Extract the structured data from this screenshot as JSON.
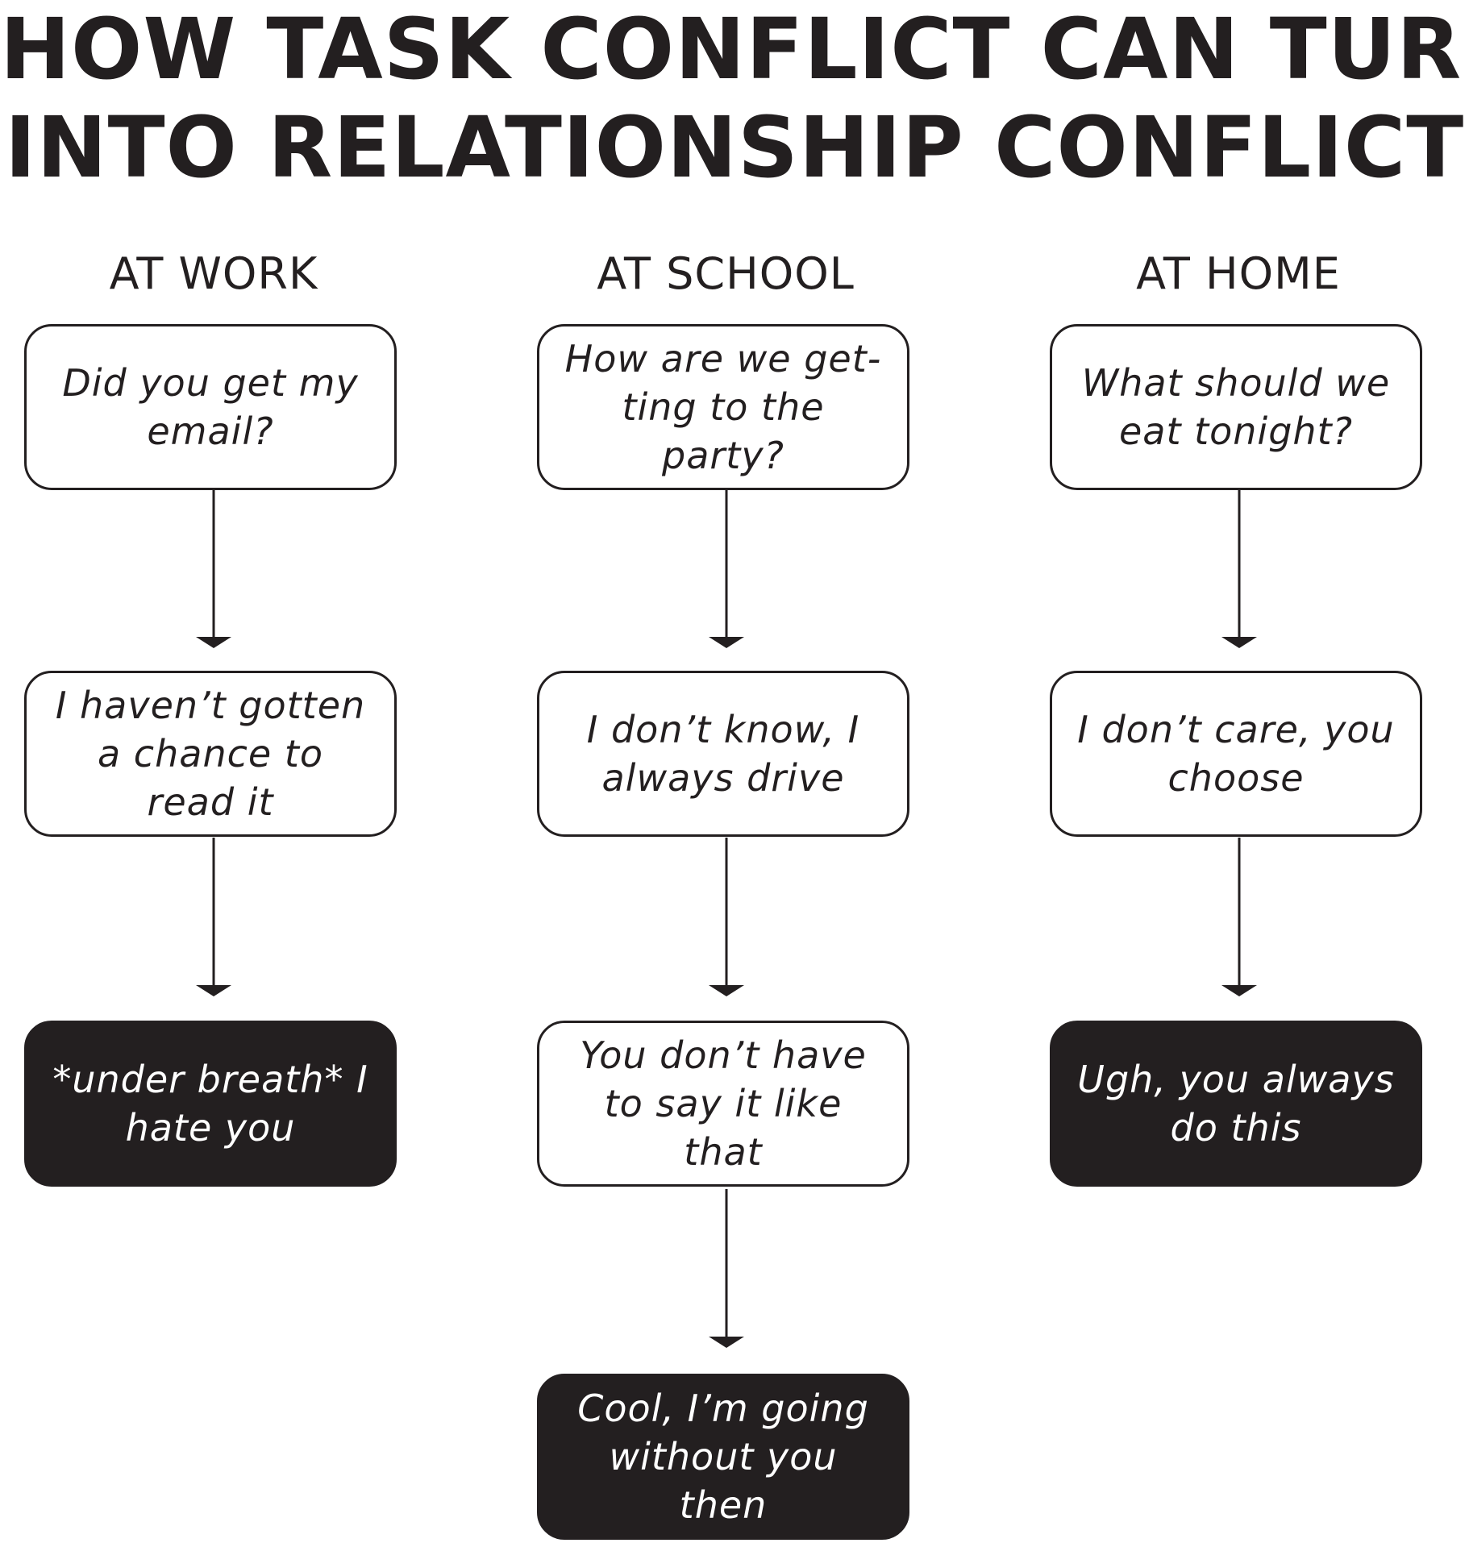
{
  "title": {
    "line1": "HOW TASK CONFLICT CAN TURN",
    "line2": "INTO RELATIONSHIP CONFLICT"
  },
  "columns": [
    {
      "header": "AT WORK",
      "steps": [
        {
          "text": "Did you get my email?",
          "style": "light"
        },
        {
          "text": "I haven’t gotten a chance to read it",
          "style": "light"
        },
        {
          "text": "*under breath* I hate you",
          "style": "dark"
        }
      ]
    },
    {
      "header": "AT SCHOOL",
      "steps": [
        {
          "text": "How are we get-ting to the party?",
          "style": "light"
        },
        {
          "text": "I don’t know, I always drive",
          "style": "light"
        },
        {
          "text": "You don’t have to say it like that",
          "style": "light"
        },
        {
          "text": "Cool, I’m going without you then",
          "style": "dark"
        }
      ]
    },
    {
      "header": "AT HOME",
      "steps": [
        {
          "text": "What should we eat tonight?",
          "style": "light"
        },
        {
          "text": "I don’t care, you choose",
          "style": "light"
        },
        {
          "text": "Ugh, you always do this",
          "style": "dark"
        }
      ]
    }
  ],
  "colors": {
    "ink": "#231f20",
    "background": "#ffffff",
    "dark_box_text": "#ffffff"
  }
}
